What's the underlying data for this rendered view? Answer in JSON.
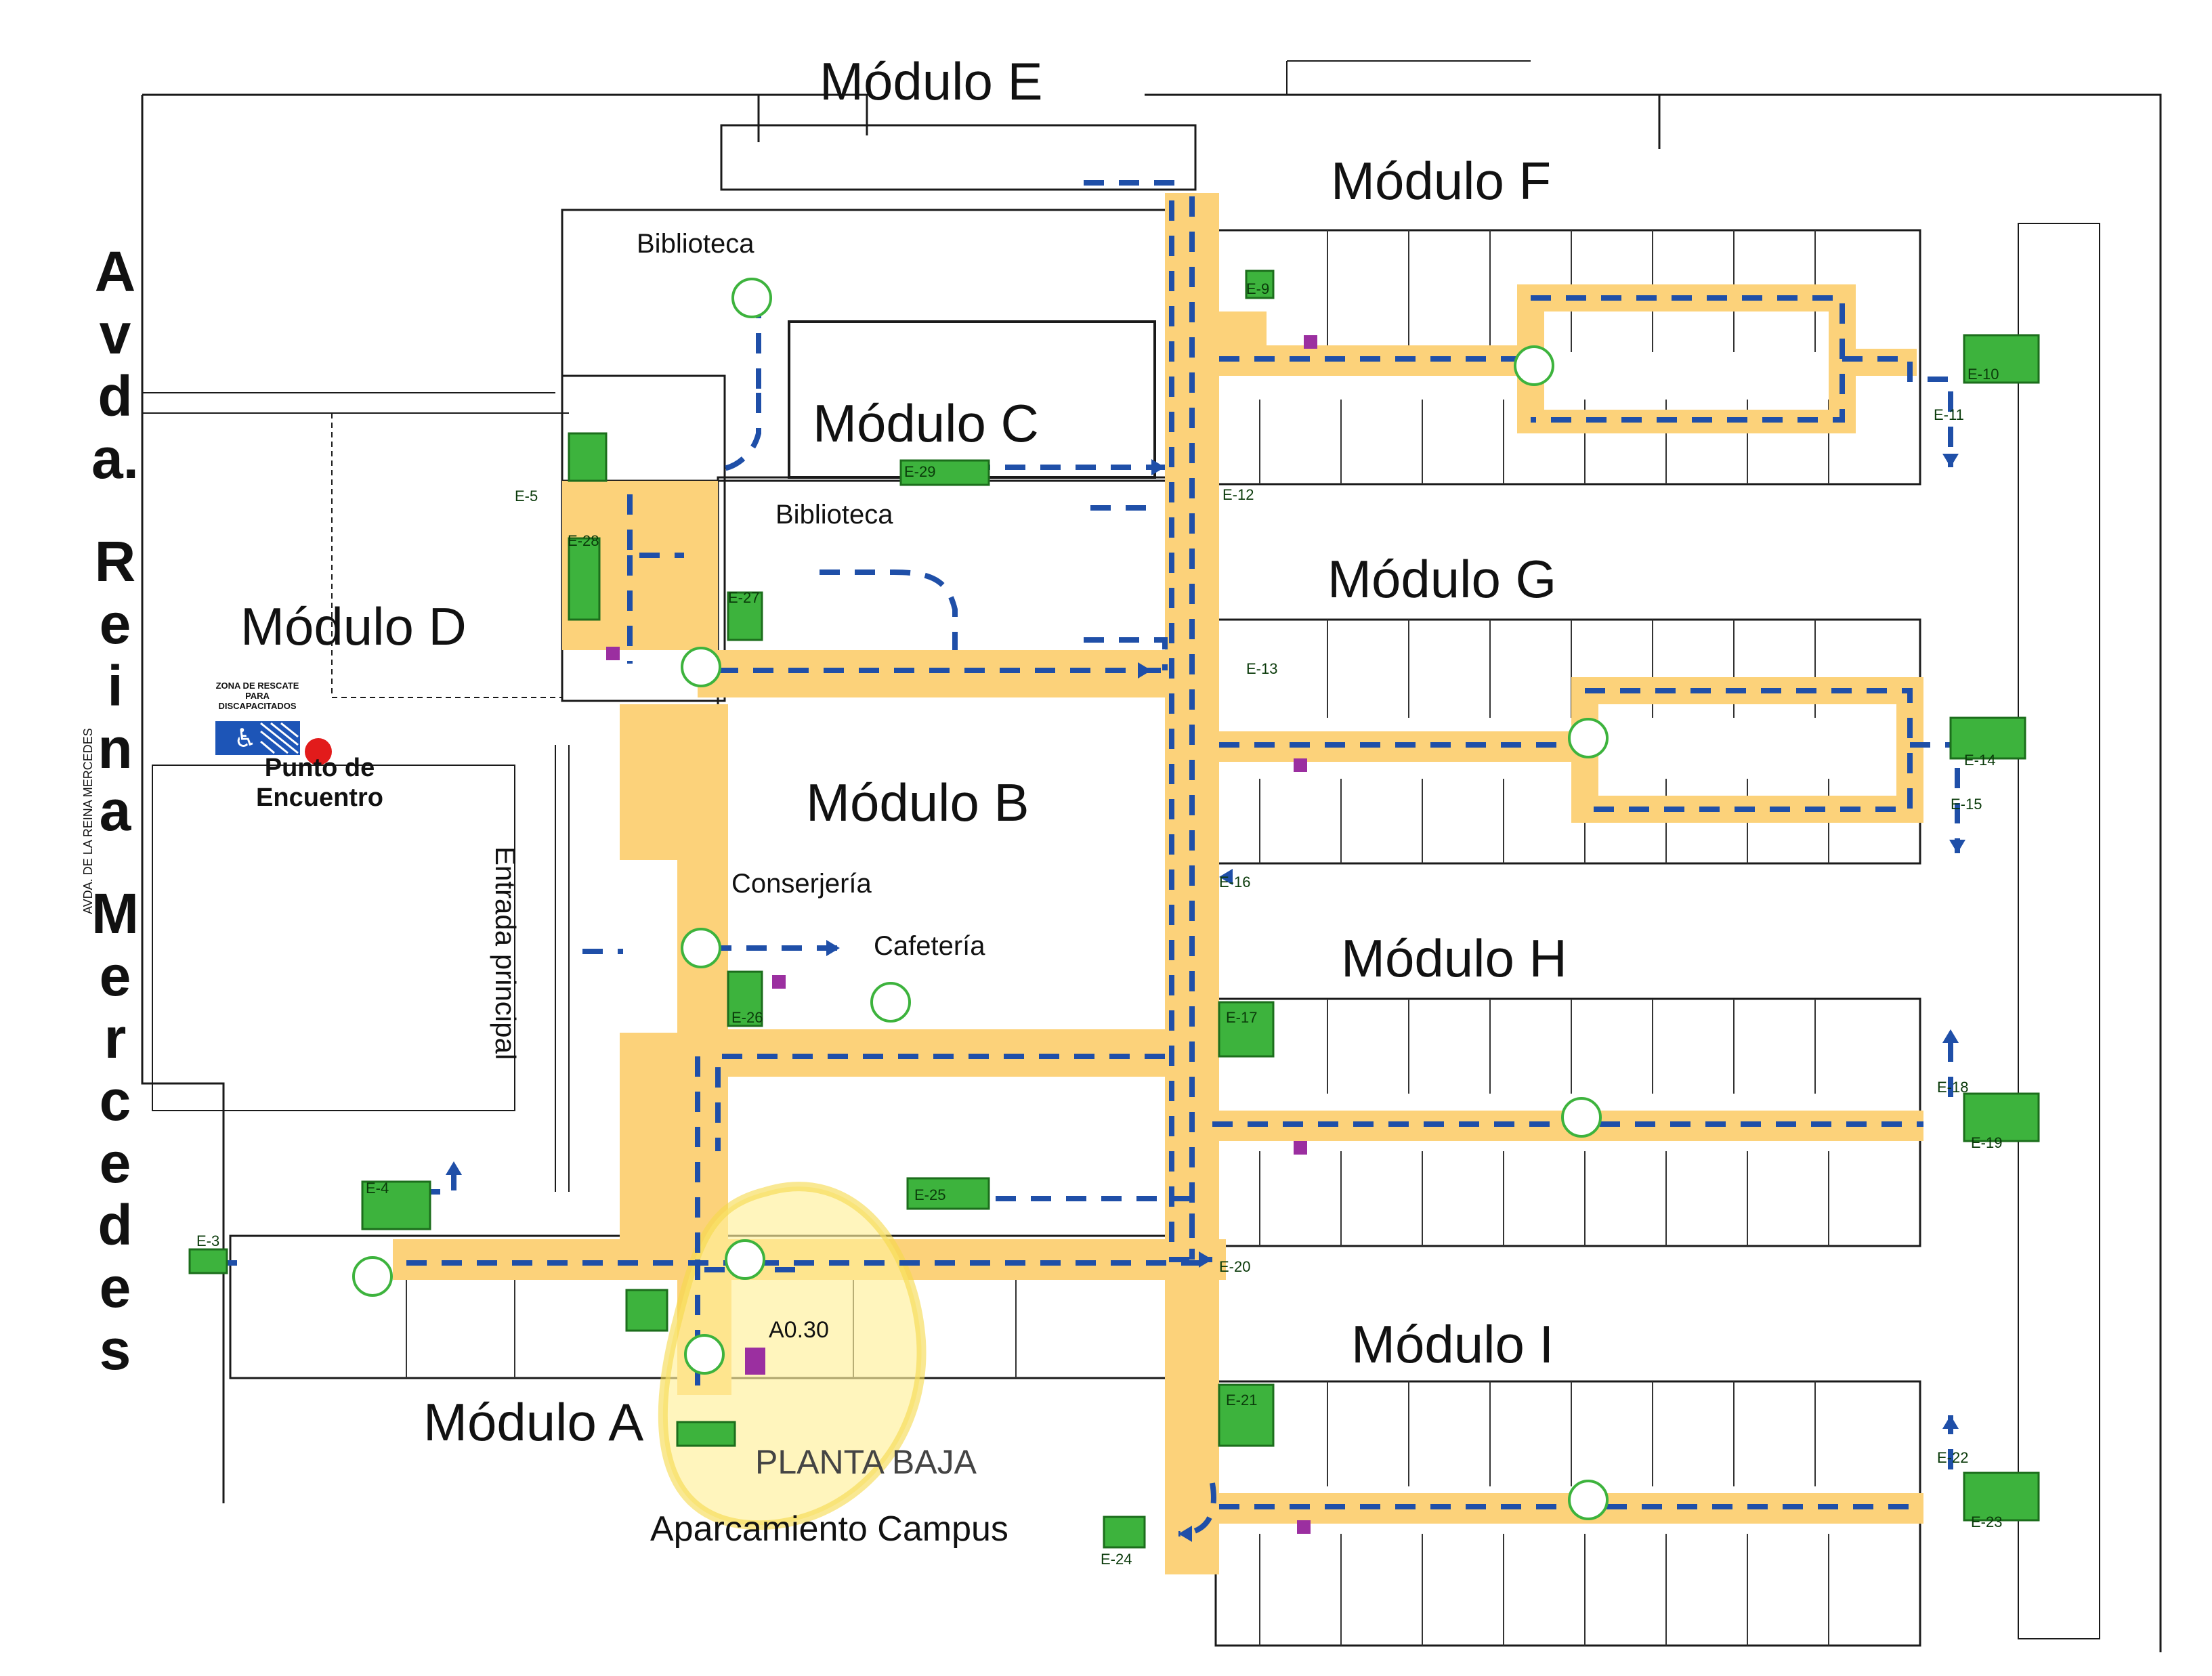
{
  "colors": {
    "corridor": "#fcd27a",
    "route": "#1f4fa8",
    "exit": "#3db33d",
    "meeting_point": "#e21b1b",
    "plan_line": "#1a1a1a",
    "highlight": "#fff09a"
  },
  "street": {
    "vertical_label": "Avda. Reina Mercedes",
    "letters": [
      "A",
      "v",
      "d",
      "a.",
      "R",
      "e",
      "i",
      "n",
      "a",
      "M",
      "e",
      "r",
      "c",
      "e",
      "d",
      "e",
      "s"
    ],
    "side_label": "AVDA. DE LA REINA MERCEDES"
  },
  "modules": [
    {
      "key": "E",
      "label": "Módulo E"
    },
    {
      "key": "F",
      "label": "Módulo F"
    },
    {
      "key": "C",
      "label": "Módulo C"
    },
    {
      "key": "D",
      "label": "Módulo D"
    },
    {
      "key": "G",
      "label": "Módulo G"
    },
    {
      "key": "B",
      "label": "Módulo B"
    },
    {
      "key": "H",
      "label": "Módulo H"
    },
    {
      "key": "I",
      "label": "Módulo I"
    },
    {
      "key": "A",
      "label": "Módulo A"
    }
  ],
  "rooms": {
    "biblioteca_top": "Biblioteca",
    "biblioteca_mid": "Biblioteca",
    "conserjeria": "Conserjería",
    "cafeteria": "Cafetería",
    "a030": "A0.30"
  },
  "entrance": "Entrada principal",
  "rescue_zone": {
    "line1": "ZONA DE RESCATE",
    "line2": "PARA",
    "line3": "DISCAPACITADOS"
  },
  "meeting_point": {
    "line1": "Punto de",
    "line2": "Encuentro"
  },
  "floor": {
    "name": "PLANTA BAJA",
    "parking": "Aparcamiento Campus"
  },
  "exits": [
    "E-3",
    "E-4",
    "E-5",
    "E-9",
    "E-10",
    "E-11",
    "E-12",
    "E-13",
    "E-14",
    "E-15",
    "E-16",
    "E-17",
    "E-18",
    "E-19",
    "E-20",
    "E-21",
    "E-22",
    "E-23",
    "E-24",
    "E-25",
    "E-26",
    "E-27",
    "E-28",
    "E-29"
  ]
}
